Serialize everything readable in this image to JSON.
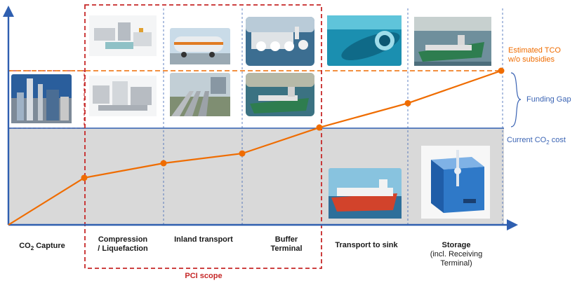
{
  "chart_data": {
    "type": "line",
    "title": "",
    "xlabel": "",
    "ylabel": "",
    "categories": [
      "CO2 Capture",
      "Compression / Liquefaction",
      "Inland transport",
      "Buffer Terminal",
      "Transport to sink",
      "Storage (incl. Receiving Terminal)"
    ],
    "series": [
      {
        "name": "",
        "values": [
          0,
          2.9,
          3.8,
          4.4,
          6.0,
          7.5,
          9.5
        ],
        "color": "#ef6c00"
      }
    ],
    "reference_levels": {
      "current_co2_cost": 6.0,
      "estimated_tco": 9.5
    },
    "ylim": [
      0,
      10
    ],
    "grid": false,
    "legend": "none"
  },
  "stages": [
    {
      "name": "CO",
      "sub": "2",
      "tail": " Capture"
    },
    {
      "line1": "Compression",
      "line2": "/ Liquefaction"
    },
    {
      "line1": "Inland transport"
    },
    {
      "line1": "Buffer",
      "line2": "Terminal"
    },
    {
      "line1": "Transport to sink"
    },
    {
      "line1": "Storage",
      "line2": "(incl. Receiving",
      "line3": "Terminal)"
    }
  ],
  "annotations": {
    "tco_line1": "Estimated TCO",
    "tco_line2": "w/o subsidies",
    "funding_gap": "Funding Gap",
    "current_cost_prefix": "Current CO",
    "current_cost_sub": "2",
    "current_cost_suffix": " cost",
    "pci_scope": "PCI scope"
  },
  "colors": {
    "accent_orange": "#ef6c00",
    "axis_blue": "#2f5fb0",
    "pci_red": "#c62828",
    "band_gray": "#d9d9d9",
    "annotation_blue": "#3b64b4"
  },
  "images": [
    "capture-plant-image",
    "compression-unit-image",
    "liquefaction-unit-image",
    "road-tanker-image",
    "pipeline-image",
    "terminal-tanks-image",
    "terminal-ship-image",
    "subsea-pipeline-image",
    "storage-ship-image",
    "co2-carrier-image",
    "storage-reservoir-image"
  ]
}
